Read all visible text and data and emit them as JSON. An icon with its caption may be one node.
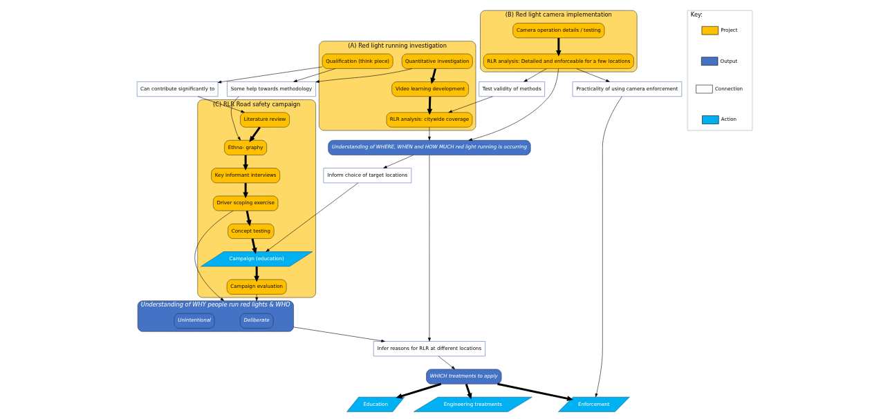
{
  "diagram": {
    "nodes": [
      {
        "text": [
          "(A) Red light running investigation"
        ]
      },
      {
        "text": [
          "Qualification (think piece)"
        ],
        "in": 0
      },
      {
        "text": [
          "Quantitative investigation"
        ],
        "in": 0
      },
      {
        "text": [
          "Video learning development"
        ],
        "in": 0
      },
      {
        "text": [
          "RLR analysis: citywide coverage"
        ],
        "in": 0
      },
      {
        "text": [
          "(B) Red light camera implementation"
        ]
      },
      {
        "text": [
          "Camera operation details / testing"
        ],
        "in": 5
      },
      {
        "text": [
          "RLR analysis: Detailed and enforceable for a few locations"
        ],
        "in": 5
      },
      {
        "text": [
          "Test validity of methods"
        ]
      },
      {
        "text": [
          "Practicality of using camera enforcement"
        ]
      },
      {
        "text": [
          "Understanding of WHERE, WHEN and HOW MUCH red light running is occurring"
        ]
      },
      {
        "text": [
          "Can contribute significantly to"
        ]
      },
      {
        "text": [
          "Some help towards methodology"
        ]
      },
      {
        "text": [
          "Inform choice of target locations"
        ]
      },
      {
        "text": [
          "Enforcement"
        ]
      },
      {
        "text": [
          "(C) RLR Road safety campaign"
        ]
      },
      {
        "text": [
          "Literature review"
        ],
        "in": 15
      },
      {
        "text": [
          "Ethno- graphy"
        ],
        "in": 15
      },
      {
        "text": [
          "Key informant interviews"
        ],
        "in": 15
      },
      {
        "text": [
          "Driver scoping exercise"
        ],
        "in": 15
      },
      {
        "text": [
          "Concept testing"
        ],
        "in": 15
      },
      {
        "text": [
          "Campaign (education)"
        ],
        "in": 15
      },
      {
        "text": [
          "Campaign evaluation"
        ],
        "in": 15
      },
      {
        "text": [
          "Infer reasons for RLR at different locations"
        ]
      },
      {
        "text": [
          "WHICH treatments to apply"
        ]
      },
      {
        "text": [
          "Education"
        ]
      },
      {
        "text": [
          "Understanding of WHY people run red lights & WHO"
        ]
      },
      {
        "text": [
          "Deliberate"
        ],
        "in": 26
      },
      {
        "text": [
          "Unintentional"
        ],
        "in": 26
      },
      {
        "text": [
          "Engineering treatments"
        ]
      },
      {
        "text": [
          "Key:"
        ]
      }
    ],
    "edges": [
      {
        "from": 1,
        "to": 11,
        "arrow": "to"
      },
      {
        "from": 1,
        "to": 12,
        "arrow": "to"
      },
      {
        "from": 2,
        "to": 12,
        "arrow": "to"
      },
      {
        "from": 2,
        "to": 3,
        "arrow": "to",
        "style": "thick"
      },
      {
        "from": 3,
        "to": 4,
        "arrow": "to",
        "style": "thick"
      },
      {
        "from": 6,
        "to": 7,
        "arrow": "to",
        "style": "thick"
      },
      {
        "from": 7,
        "to": 8,
        "arrow": "to"
      },
      {
        "from": 8,
        "to": 4,
        "arrow": "to"
      },
      {
        "from": 7,
        "to": 9,
        "arrow": "to"
      },
      {
        "from": 9,
        "to": 14,
        "arrow": "to"
      },
      {
        "from": 4,
        "to": 10,
        "arrow": "to"
      },
      {
        "from": 7,
        "to": 10,
        "arrow": "to"
      },
      {
        "from": 10,
        "to": 13,
        "arrow": "to"
      },
      {
        "from": 13,
        "to": 21,
        "arrow": "to"
      },
      {
        "from": 10,
        "to": 23,
        "arrow": "to"
      },
      {
        "from": 11,
        "to": 16,
        "arrow": "to"
      },
      {
        "from": 12,
        "to": 17,
        "arrow": "to"
      },
      {
        "from": 16,
        "to": 17,
        "arrow": "to",
        "style": "thick"
      },
      {
        "from": 17,
        "to": 18,
        "arrow": "to",
        "style": "thick"
      },
      {
        "from": 18,
        "to": 19,
        "arrow": "to",
        "style": "thick"
      },
      {
        "from": 19,
        "to": 20,
        "arrow": "to",
        "style": "thick"
      },
      {
        "from": 20,
        "to": 21,
        "arrow": "to",
        "style": "thick"
      },
      {
        "from": 21,
        "to": 22,
        "arrow": "to",
        "style": "thick"
      },
      {
        "from": 19,
        "to": 26,
        "arrow": "to"
      },
      {
        "from": 22,
        "to": 26,
        "arrow": "to"
      },
      {
        "from": 26,
        "to": 23,
        "arrow": "to"
      },
      {
        "from": 23,
        "to": 24,
        "arrow": "to"
      },
      {
        "from": 24,
        "to": 14,
        "arrow": "to",
        "style": "thick"
      },
      {
        "from": 24,
        "to": 25,
        "arrow": "to",
        "style": "thick"
      },
      {
        "from": 24,
        "to": 29,
        "arrow": "to",
        "style": "thick"
      }
    ],
    "legend": [
      {
        "text": "Project",
        "color": "#ffc000"
      },
      {
        "text": "Output",
        "color": "#4472c4"
      },
      {
        "text": "Connection",
        "color": "#ffffff"
      },
      {
        "text": "Action",
        "color": "#00b0f0"
      }
    ]
  }
}
